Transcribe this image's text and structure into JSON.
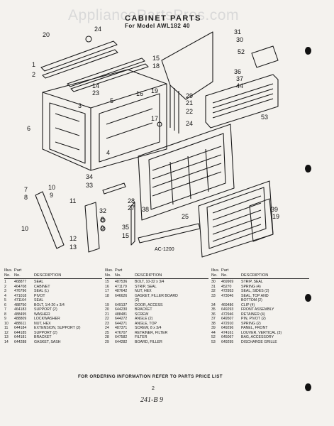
{
  "watermark": "AppliancePartsPros.com",
  "title": "CABINET PARTS",
  "subtitle": "For Model AWL182 40",
  "diagram_code": "AC-1200",
  "callouts": [
    "20",
    "24",
    "31",
    "30",
    "52",
    "15",
    "18",
    "1",
    "2",
    "36",
    "37",
    "44",
    "14",
    "23",
    "16",
    "19",
    "29",
    "21",
    "22",
    "5",
    "3",
    "6",
    "53",
    "17",
    "24",
    "4",
    "34",
    "33",
    "28",
    "27",
    "7",
    "8",
    "10",
    "9",
    "11",
    "38",
    "25",
    "39",
    "19",
    "32",
    "8",
    "9",
    "10",
    "12",
    "13",
    "35",
    "15"
  ],
  "table_headers": {
    "illus_line1": "Illus.",
    "part_line1": "Part",
    "illus_line2": "No.",
    "part_line2": "No.",
    "description": "DESCRIPTION"
  },
  "table1": [
    {
      "illus": "1",
      "part": "468877",
      "desc": "SEAL"
    },
    {
      "illus": "2",
      "part": "464708",
      "desc": "CABINET"
    },
    {
      "illus": "3",
      "part": "476796",
      "desc": "SEAL (L)"
    },
    {
      "illus": "4",
      "part": "471018",
      "desc": "PIVOT"
    },
    {
      "illus": "5",
      "part": "471164",
      "desc": "SEAL"
    },
    {
      "illus": "6",
      "part": "488750",
      "desc": "BOLT, 1/4-20 x 3/4"
    },
    {
      "illus": "7",
      "part": "464183",
      "desc": "SUPPORT (2)"
    },
    {
      "illus": "8",
      "part": "488495",
      "desc": "WASHER"
    },
    {
      "illus": "9",
      "part": "488809",
      "desc": "LOCKWASHER"
    },
    {
      "illus": "10",
      "part": "488611",
      "desc": "NUT, HEX"
    },
    {
      "illus": "11",
      "part": "644184",
      "desc": "EXTENSION, SUPPORT (2)"
    },
    {
      "illus": "12",
      "part": "644185",
      "desc": "SUPPORT (2)"
    },
    {
      "illus": "13",
      "part": "644181",
      "desc": "BRACKET"
    },
    {
      "illus": "14",
      "part": "644288",
      "desc": "GASKET, SASH"
    }
  ],
  "table2": [
    {
      "illus": "15",
      "part": "487536",
      "desc": "BOLT, 10-32 x 3/4"
    },
    {
      "illus": "16",
      "part": "471179",
      "desc": "STRIP, SEAL"
    },
    {
      "illus": "17",
      "part": "487642",
      "desc": "NUT, HEX"
    },
    {
      "illus": "18",
      "part": "646626",
      "desc": "GASKET, FILLER BOARD"
    },
    {
      "illus": "",
      "part": "",
      "desc": "(2)"
    },
    {
      "illus": "19",
      "part": "649137",
      "desc": "DOOR, ACCESS"
    },
    {
      "illus": "20",
      "part": "644230",
      "desc": "BRACKET"
    },
    {
      "illus": "21",
      "part": "488481",
      "desc": "SCREW"
    },
    {
      "illus": "22",
      "part": "644272",
      "desc": "ANGLE (2)"
    },
    {
      "illus": "23",
      "part": "644271",
      "desc": "ANGLE, TOP"
    },
    {
      "illus": "24",
      "part": "487371",
      "desc": "SCREW, 8 x 3/4"
    },
    {
      "illus": "25",
      "part": "476707",
      "desc": "RETAINER, FILTER"
    },
    {
      "illus": "28",
      "part": "647582",
      "desc": "FILTER"
    },
    {
      "illus": "29",
      "part": "644282",
      "desc": "BOARD, FILLER"
    }
  ],
  "table3": [
    {
      "illus": "30",
      "part": "469969",
      "desc": "STRIP, SEAL"
    },
    {
      "illus": "31",
      "part": "45270",
      "desc": "SPRING (4)"
    },
    {
      "illus": "32",
      "part": "472953",
      "desc": "SEAL, SIDES (2)"
    },
    {
      "illus": "33",
      "part": "473046",
      "desc": "SEAL, TOP AND"
    },
    {
      "illus": "",
      "part": "",
      "desc": "BOTTOM (2)"
    },
    {
      "illus": "34",
      "part": "469486",
      "desc": "CLIP (4)"
    },
    {
      "illus": "35",
      "part": "649293",
      "desc": "FRONT ASSEMBLY"
    },
    {
      "illus": "36",
      "part": "472946",
      "desc": "RETAINER (4)"
    },
    {
      "illus": "37",
      "part": "649507",
      "desc": "PIN, PIVOT (2)"
    },
    {
      "illus": "38",
      "part": "472910",
      "desc": "SPRING (2)"
    },
    {
      "illus": "39",
      "part": "649296",
      "desc": "PANEL, FRONT"
    },
    {
      "illus": "44",
      "part": "474161",
      "desc": "LOUVER, VERTICAL (3)"
    },
    {
      "illus": "52",
      "part": "645067",
      "desc": "BAG, ACCESSORY"
    },
    {
      "illus": "53",
      "part": "649295",
      "desc": "DISCHARGE GRILLE"
    }
  ],
  "footer_note": "FOR ORDERING INFORMATION REFER TO PARTS PRICE LIST",
  "page_number": "2",
  "handwritten_note": "241-B 9"
}
